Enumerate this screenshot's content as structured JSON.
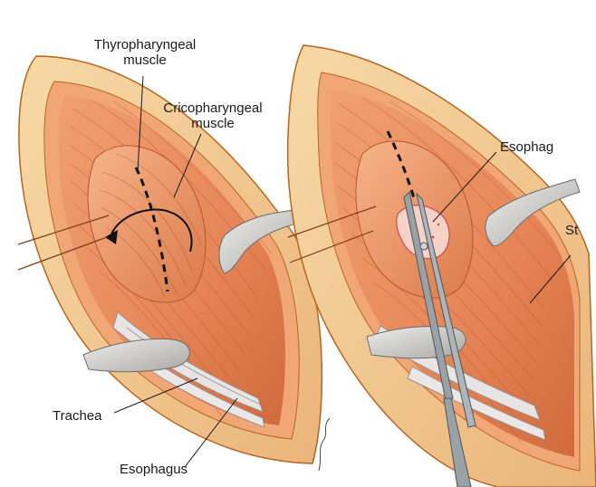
{
  "figure": {
    "labels": {
      "thyropharyngeal_line1": "Thyropharyngeal",
      "thyropharyngeal_line2": "muscle",
      "cricopharyngeal_line1": "Cricopharyngeal",
      "cricopharyngeal_line2": "muscle",
      "trachea": "Trachea",
      "esophagus_left": "Esophagus",
      "esophagus_right_cropped": "Esophag",
      "right_cropped_st": "St"
    },
    "colors": {
      "muscle": "#e8885a",
      "muscle_dark": "#c9623a",
      "skin_edge": "#f2c98e",
      "skin_outline": "#b8651f",
      "cartilage": "#e9e4e4",
      "retractor": "#d6d3d1",
      "instrument": "#9aa2a8",
      "incision_red": "#d9474a"
    }
  }
}
